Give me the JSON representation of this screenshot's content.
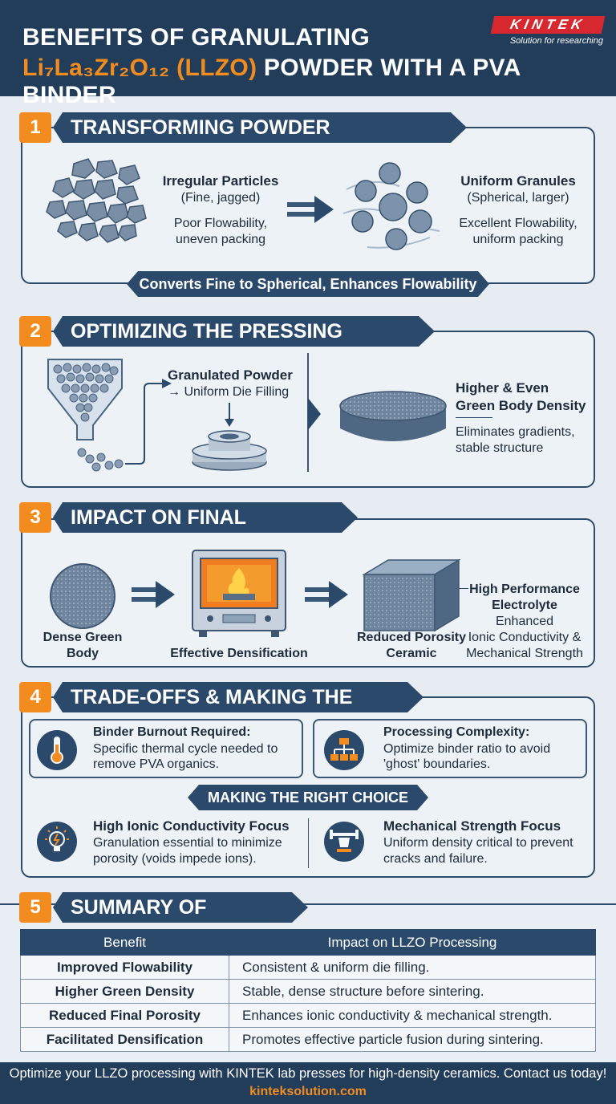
{
  "header": {
    "title_line1": "BENEFITS OF GRANULATING",
    "title_formula": "Li₇La₃Zr₂O₁₂ (LLZO)",
    "title_rest": "POWDER WITH A PVA BINDER",
    "logo_text": "KINTEK",
    "logo_tagline": "Solution for researching"
  },
  "section1": {
    "number": "1",
    "title": "TRANSFORMING POWDER MORPHOLOGY",
    "left_heading": "Irregular Particles",
    "left_sub": "(Fine, jagged)",
    "left_desc1": "Poor Flowability,",
    "left_desc2": "uneven packing",
    "right_heading": "Uniform Granules",
    "right_sub": "(Spherical, larger)",
    "right_desc1": "Excellent Flowability,",
    "right_desc2": "uniform packing",
    "banner": "Converts Fine to Spherical, Enhances Flowability"
  },
  "section2": {
    "number": "2",
    "title": "OPTIMIZING THE PRESSING PROCESS",
    "powder_heading": "Granulated Powder",
    "powder_sub": "→ Uniform Die Filling",
    "result_heading1": "Higher & Even",
    "result_heading2": "Green Body Density",
    "result_desc1": "Eliminates gradients,",
    "result_desc2": "stable structure"
  },
  "section3": {
    "number": "3",
    "title": "IMPACT ON FINAL SINTERING",
    "step1_line1": "Dense Green",
    "step1_line2": "Body",
    "step2": "Effective Densification",
    "step3_line1": "Reduced Porosity",
    "step3_line2": "Ceramic",
    "result_heading1": "High Performance",
    "result_heading2": "Electrolyte",
    "result_desc1": "Enhanced",
    "result_desc2": "Ionic Conductivity &",
    "result_desc3": "Mechanical Strength"
  },
  "section4": {
    "number": "4",
    "title": "TRADE-OFFS & MAKING THE CHOICE",
    "card1_heading": "Binder Burnout Required:",
    "card1_line1": "Specific thermal cycle needed to",
    "card1_line2": "remove PVA organics.",
    "card2_heading": "Processing Complexity:",
    "card2_line1": "Optimize binder ratio to avoid",
    "card2_line2": "'ghost' boundaries.",
    "choice_banner": "MAKING THE RIGHT CHOICE",
    "choice1_heading": "High Ionic Conductivity Focus",
    "choice1_line1": "Granulation essential to minimize",
    "choice1_line2": "porosity (voids impede ions).",
    "choice2_heading": "Mechanical Strength Focus",
    "choice2_line1": "Uniform density critical to prevent",
    "choice2_line2": "cracks and failure."
  },
  "section5": {
    "number": "5",
    "title": "SUMMARY OF BENEFITS",
    "table_headers": [
      "Benefit",
      "Impact on LLZO Processing"
    ],
    "rows": [
      [
        "Improved Flowability",
        "Consistent & uniform die filling."
      ],
      [
        "Higher Green Density",
        "Stable, dense structure before sintering."
      ],
      [
        "Reduced Final Porosity",
        "Enhances ionic conductivity & mechanical strength."
      ],
      [
        "Facilitated Densification",
        "Promotes effective particle fusion during sintering."
      ]
    ]
  },
  "footer": {
    "line": "Optimize your LLZO processing with KINTEK lab presses for high-density ceramics. Contact us today!",
    "url": "kinteksolution.com"
  },
  "colors": {
    "navy": "#213d5a",
    "accent_orange": "#f28c1f",
    "panel_bg": "#edf2f7",
    "logo_red": "#d7282f"
  },
  "icons": [
    "thermometer-icon",
    "flowchart-icon",
    "lightbulb-icon",
    "strength-icon",
    "furnace-icon",
    "funnel-icon",
    "die-icon",
    "arrow-right-icon"
  ]
}
